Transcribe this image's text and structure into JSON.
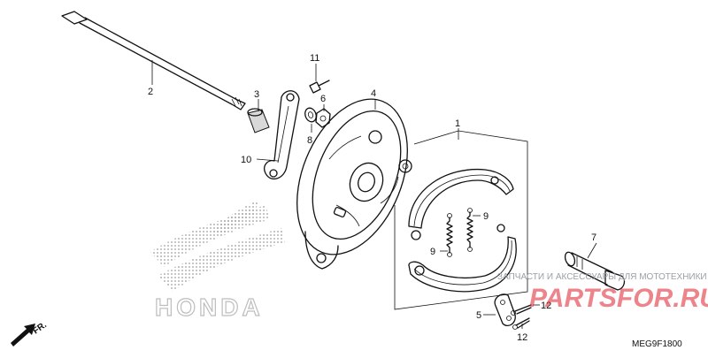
{
  "diagram": {
    "code": "MEG9F1800",
    "direction_label": "FR.",
    "brand_watermark": "HONDA",
    "shop_watermark_logo": "PARTSFOR.RU",
    "shop_watermark_slogan": "ЗАПЧАСТИ И АКСЕССУАРЫ ДЛЯ МОТОТЕХНИКИ",
    "callouts": {
      "c1": "1",
      "c2": "2",
      "c3": "3",
      "c4": "4",
      "c5": "5",
      "c6": "6",
      "c7": "7",
      "c8": "8",
      "c9a": "9",
      "c9b": "9",
      "c10": "10",
      "c11": "11",
      "c12a": "12",
      "c12b": "12"
    }
  },
  "colors": {
    "line": "#111111",
    "shop_watermark": "#e0202e",
    "shop_slogan": "#9aa0a6",
    "brand_watermark": "#bdbdbd"
  }
}
